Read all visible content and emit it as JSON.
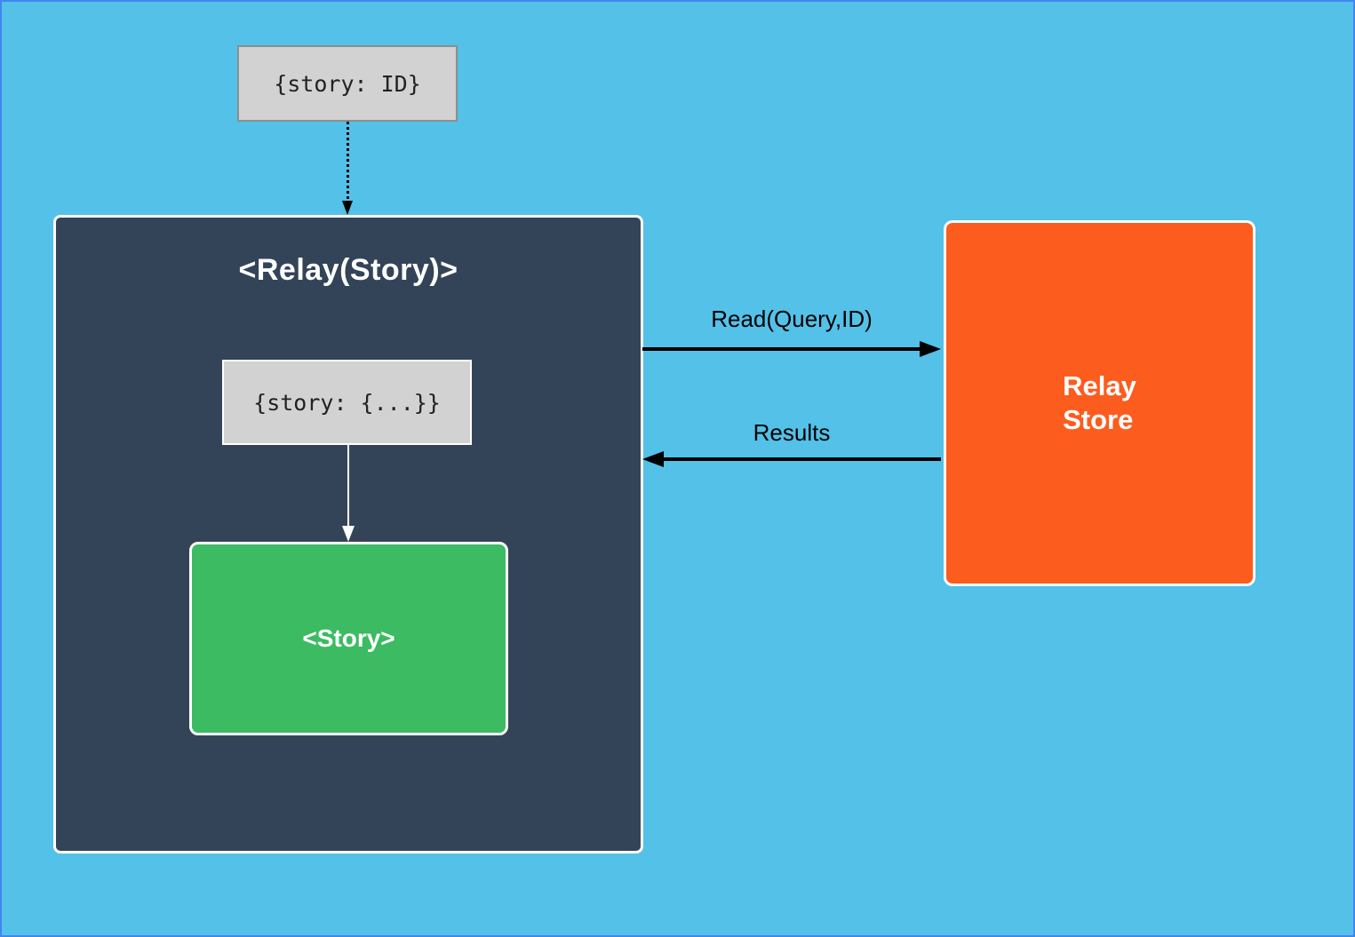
{
  "diagram": {
    "input_box": {
      "label": "{story: ID}"
    },
    "relay_container": {
      "title": "<Relay(Story)>"
    },
    "props_box": {
      "label": "{story: {...}}"
    },
    "story_box": {
      "label": "<Story>"
    },
    "store_box": {
      "title_line1": "Relay",
      "title_line2": "Store"
    },
    "read_arrow": {
      "label": "Read(Query,ID)"
    },
    "results_arrow": {
      "label": "Results"
    },
    "colors": {
      "page_background": "#54c1e8",
      "page_border": "#4285f4",
      "container_fill": "#334458",
      "container_border": "#ffffff",
      "story_fill": "#3cbb62",
      "store_fill": "#fd5c1f",
      "code_box_fill": "#d2d2d2",
      "code_box_border_top": "#8e8e8e",
      "code_box_border_inner": "#ffffff",
      "arrow_color": "#000000",
      "white_arrow_color": "#ffffff",
      "text_on_dark": "#ffffff",
      "code_text": "#222222"
    }
  }
}
